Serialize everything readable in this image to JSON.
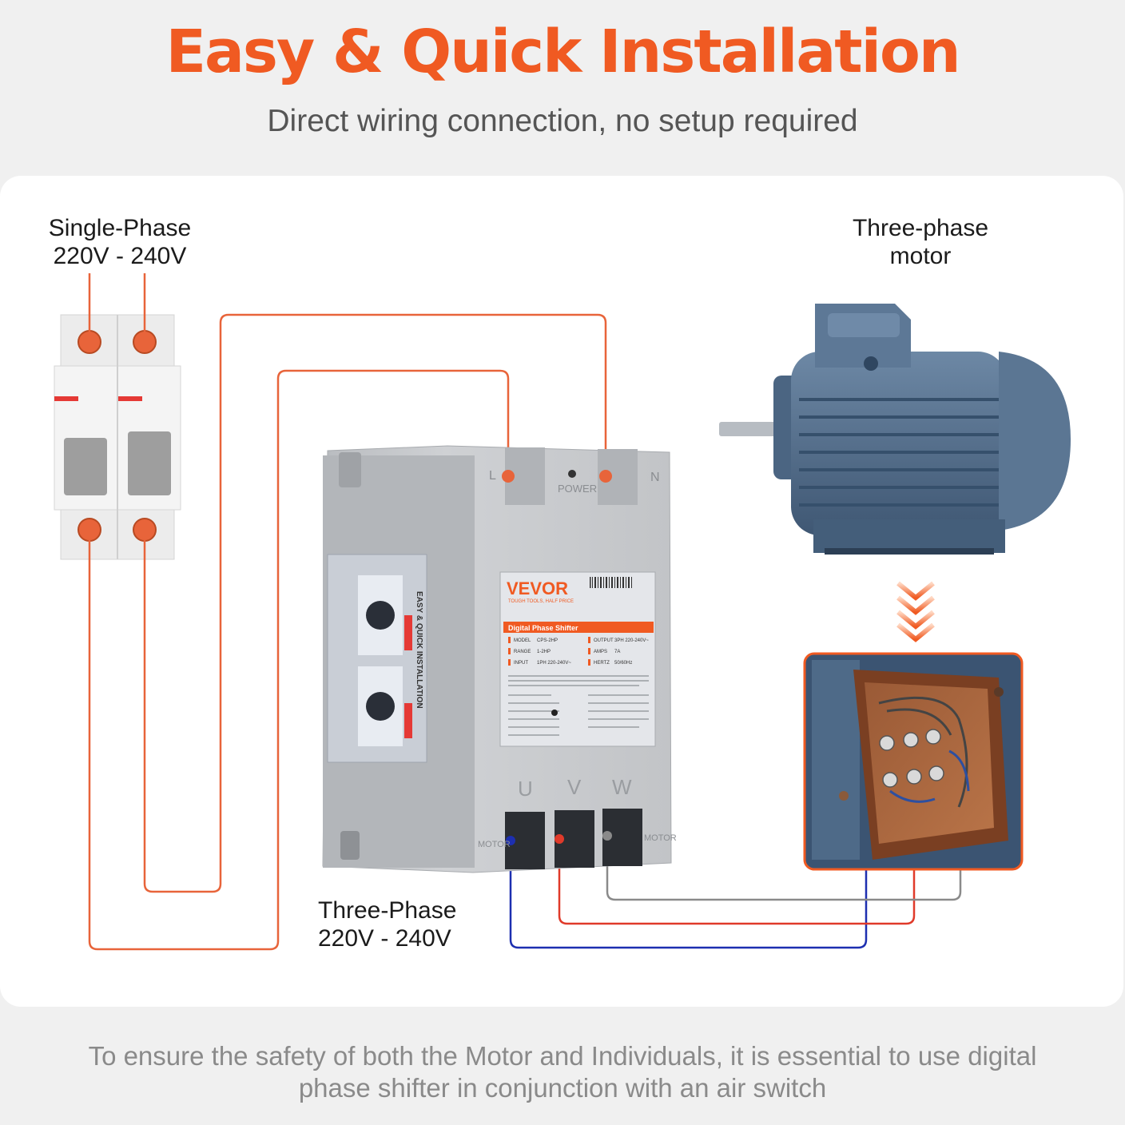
{
  "header": {
    "title": "Easy & Quick Installation",
    "subtitle": "Direct wiring connection, no setup required"
  },
  "labels": {
    "single_phase_line1": "Single-Phase",
    "single_phase_line2": "220V - 240V",
    "motor_line1": "Three-phase",
    "motor_line2": "motor",
    "three_phase_line1": "Three-Phase",
    "three_phase_line2": "220V - 240V"
  },
  "device": {
    "brand": "VEVOR",
    "tagline": "TOUGH TOOLS, HALF PRICE",
    "product_name": "Digital Phase Shifter",
    "terminal_l": "L",
    "terminal_n": "N",
    "power_label": "POWER",
    "terminal_u": "U",
    "terminal_v": "V",
    "terminal_w": "W",
    "motor_label": "MOTOR",
    "side_label": "EASY & QUICK INSTALLATION",
    "spec_model_key": "MODEL",
    "spec_model_val": "CPS-2HP",
    "spec_range_key": "RANGE",
    "spec_range_val": "1-2HP",
    "spec_input_key": "INPUT",
    "spec_input_val": "1PH 220-240V~",
    "spec_output_key": "OUTPUT",
    "spec_output_val": "3PH 220-240V~",
    "spec_amps_key": "AMPS",
    "spec_amps_val": "7A",
    "spec_hertz_key": "HERTZ",
    "spec_hertz_val": "50/60Hz"
  },
  "footer": {
    "line1": "To ensure the safety of both the Motor and Individuals, it is essential to use digital",
    "line2": "phase shifter in conjunction with an air switch"
  },
  "colors": {
    "accent": "#f05a22",
    "wire_orange": "#e8643a",
    "wire_red": "#e03a2a",
    "wire_blue": "#1d2fb0",
    "wire_gray": "#8a8a8a",
    "motor_blue": "#4e6a88"
  }
}
